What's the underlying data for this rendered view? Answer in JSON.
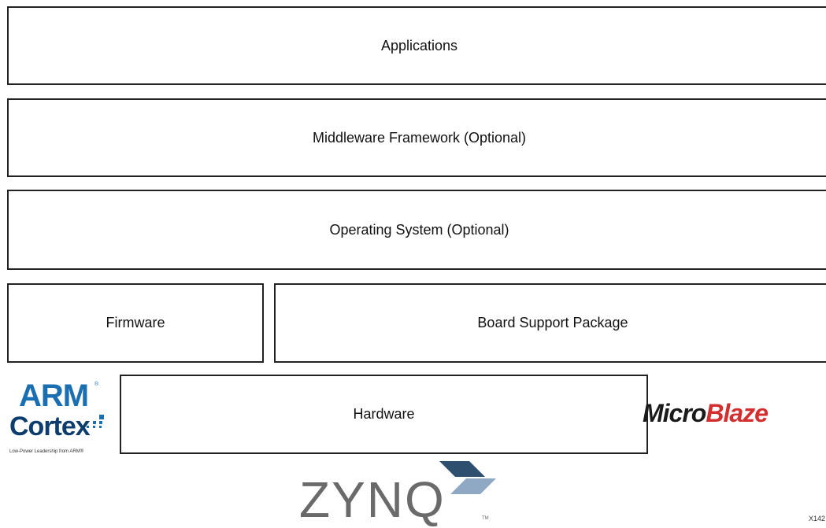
{
  "layers": {
    "applications": "Applications",
    "middleware": "Middleware Framework (Optional)",
    "os": "Operating System (Optional)",
    "firmware": "Firmware",
    "bsp": "Board Support Package",
    "hardware": "Hardware"
  },
  "logos": {
    "arm": {
      "word": "ARM",
      "trademark": "®",
      "product": "Cortex",
      "tagline": "Low-Power Leadership from ARM®",
      "colors": {
        "arm_blue": "#1a6fb3",
        "cortex_navy": "#0d3d6e"
      }
    },
    "microblaze": {
      "micro": "Micro",
      "blaze": "Blaze",
      "colors": {
        "micro": "#1a1a1a",
        "blaze": "#d32f2f"
      }
    },
    "zynq": {
      "word": "ZYNQ",
      "trademark": "TM",
      "colors": {
        "text": "#6a6a6a",
        "mark_dark": "#2e4f6e",
        "mark_light": "#8fa9c4"
      }
    }
  },
  "figure_id": "X142"
}
